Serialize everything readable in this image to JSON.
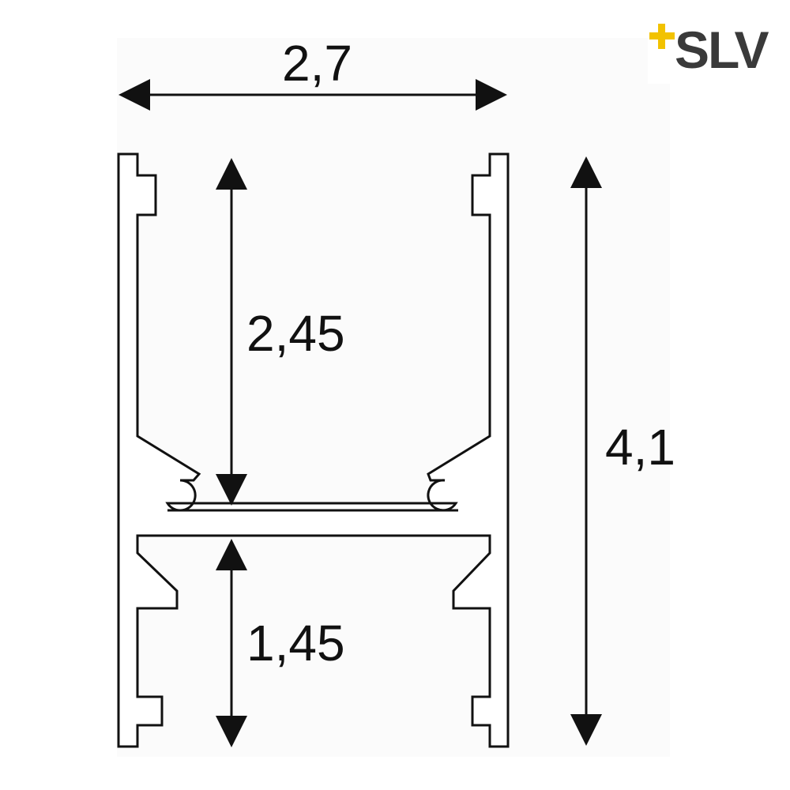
{
  "brand": {
    "name": "SLV",
    "color": "#3a3a3a",
    "accent": "#f2c200",
    "icon": "plus-sparkle-icon"
  },
  "dimensions": {
    "width": "2,7",
    "total_height": "4,1",
    "upper_channel": "2,45",
    "lower_channel": "1,45"
  },
  "colors": {
    "stroke": "#111111",
    "background": "#ffffff",
    "panel": "#fbfbfb"
  }
}
